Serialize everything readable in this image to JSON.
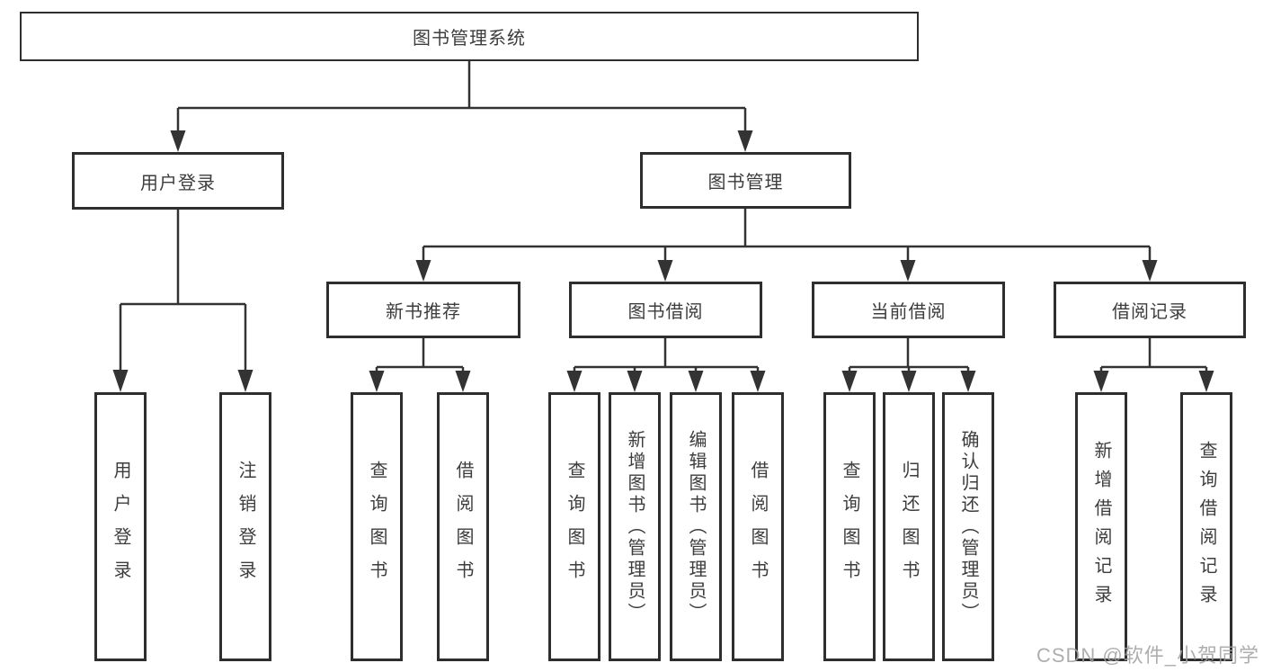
{
  "tree": {
    "label": "图书管理系统",
    "children": [
      {
        "label": "用户登录",
        "children": [
          {
            "label": "用户登录"
          },
          {
            "label": "注销登录"
          }
        ]
      },
      {
        "label": "图书管理",
        "children": [
          {
            "label": "新书推荐",
            "children": [
              {
                "label": "查询图书"
              },
              {
                "label": "借阅图书"
              }
            ]
          },
          {
            "label": "图书借阅",
            "children": [
              {
                "label": "查询图书"
              },
              {
                "label": "新增图书（管理员）"
              },
              {
                "label": "编辑图书（管理员）"
              },
              {
                "label": "借阅图书"
              }
            ]
          },
          {
            "label": "当前借阅",
            "children": [
              {
                "label": "查询图书"
              },
              {
                "label": "归还图书"
              },
              {
                "label": "确认归还（管理员）"
              }
            ]
          },
          {
            "label": "借阅记录",
            "children": [
              {
                "label": "新增借阅记录"
              },
              {
                "label": "查询借阅记录"
              }
            ]
          }
        ]
      }
    ]
  },
  "watermark": {
    "text": "CSDN @软件_小贺同学"
  },
  "colors": {
    "line": "#333333",
    "box_border": "#2e2e2e",
    "text": "#3d3d3d",
    "background": "#ffffff",
    "watermark": "#a0a0a0"
  }
}
